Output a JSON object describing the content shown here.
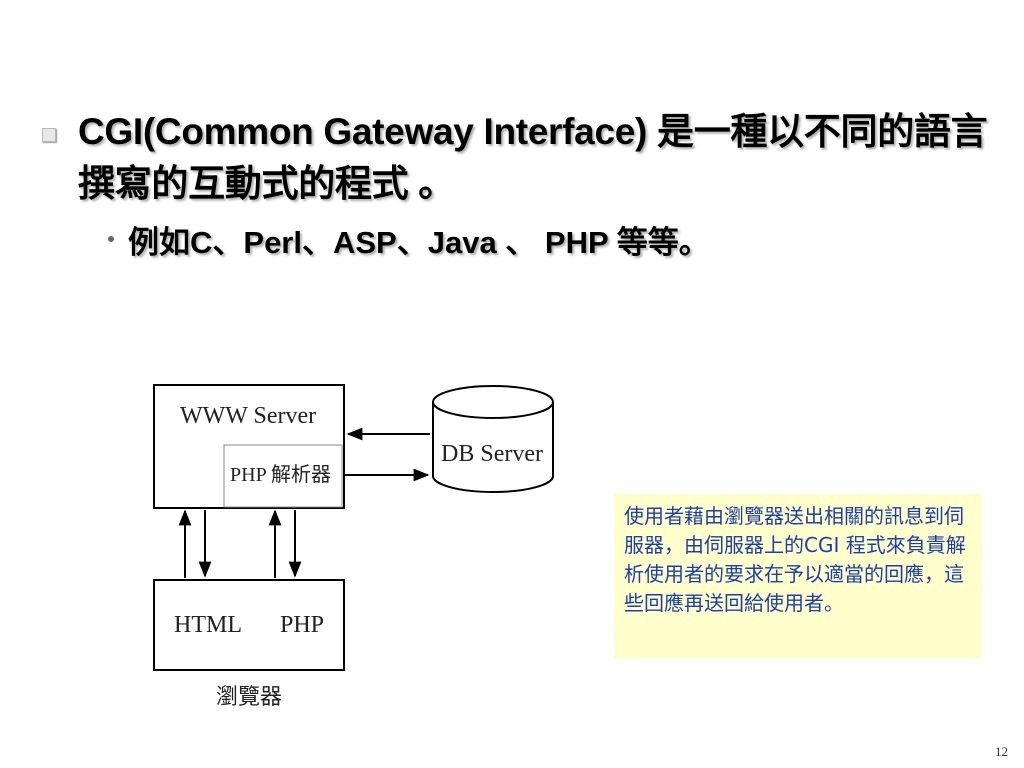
{
  "bullets": {
    "level1_text": "CGI(Common Gateway Interface) 是一種以不同的語言撰寫的互動式的程式 。",
    "level2_text": "例如C、Perl、ASP、Java 、 PHP 等等。"
  },
  "diagram": {
    "www_server": "WWW Server",
    "php_parser": "PHP 解析器",
    "db_server": "DB Server",
    "html": "HTML",
    "php": "PHP",
    "browser": "瀏覽器"
  },
  "callout": {
    "text": "使用者藉由瀏覽器送出相關的訊息到伺服器，由伺服器上的CGI 程式來負責解析使用者的要求在予以適當的回應，這些回應再送回給使用者。"
  },
  "page_number": "12",
  "colors": {
    "callout_background": "#ffffcc",
    "callout_text": "#1a3fb0"
  }
}
